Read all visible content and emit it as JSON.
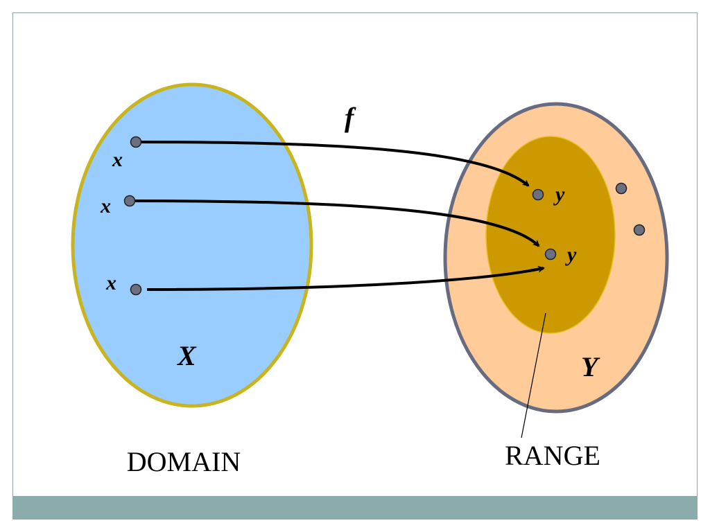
{
  "diagram": {
    "function_label": "f",
    "domain_set_label": "X",
    "codomain_set_label": "Y",
    "domain_caption": "DOMAIN",
    "range_caption": "RANGE",
    "domain_points": [
      {
        "label": "x"
      },
      {
        "label": "x"
      },
      {
        "label": "x"
      }
    ],
    "range_points": [
      {
        "label": "y"
      },
      {
        "label": "y"
      }
    ],
    "colors": {
      "domain_fill": "#99ccff",
      "domain_border": "#c8b41e",
      "codomain_fill": "#ffcc99",
      "codomain_border": "#666b80",
      "range_fill": "#cc9900",
      "point_fill": "#6b7080",
      "arrow": "#000000",
      "footer_bar": "#8aacaa"
    }
  }
}
